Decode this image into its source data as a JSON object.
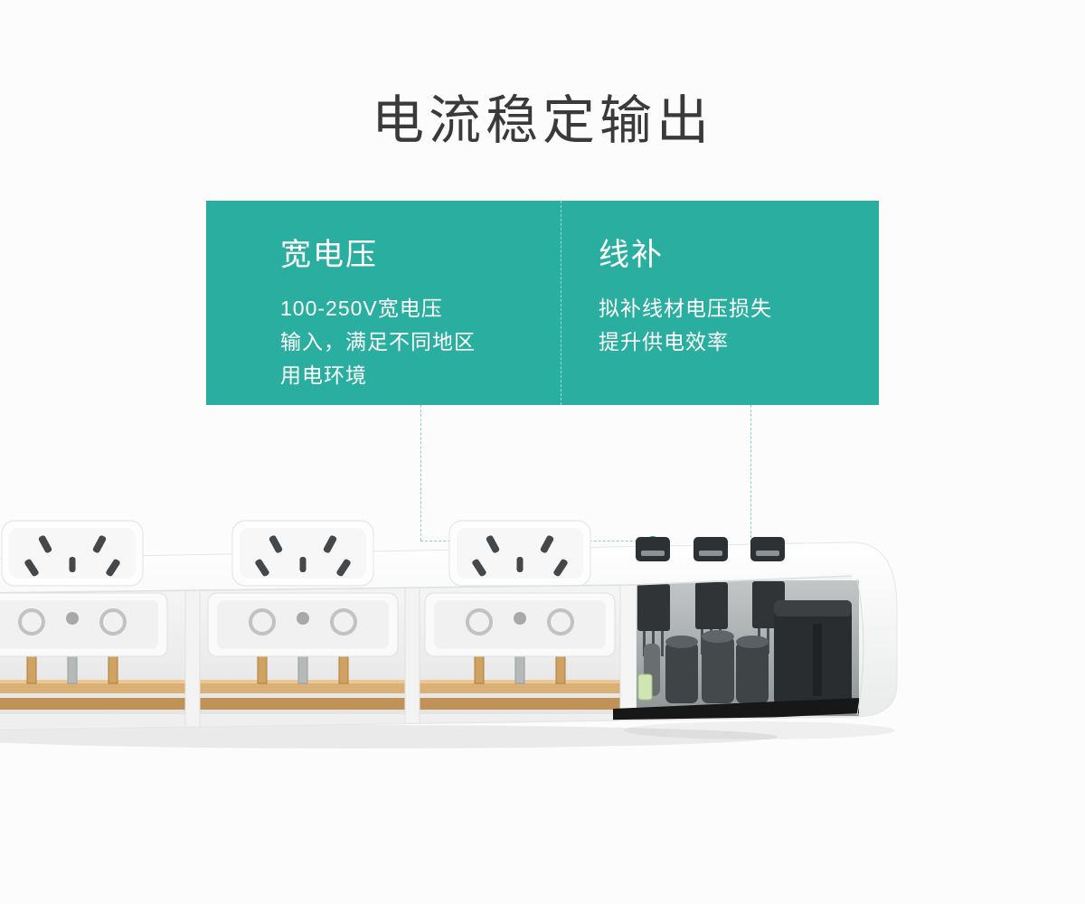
{
  "page": {
    "title": "电流稳定输出",
    "background_color": "#fcfcfc",
    "title_color": "#3a3a3a"
  },
  "feature_box": {
    "background_color": "#2aaea0",
    "text_color": "#ffffff",
    "divider_style": "dashed",
    "left": {
      "heading": "宽电压",
      "body": "100-250V宽电压\n输入，满足不同地区\n用电环境"
    },
    "right": {
      "heading": "线补",
      "body": "拟补线材电压损失\n提升供电效率"
    }
  },
  "callouts": {
    "line_color": "#8ed3cb",
    "dot_color": "#0ea294"
  },
  "illustration": {
    "name": "power-strip-cutaway",
    "socket_groups": 3,
    "usb_ports": 3
  }
}
